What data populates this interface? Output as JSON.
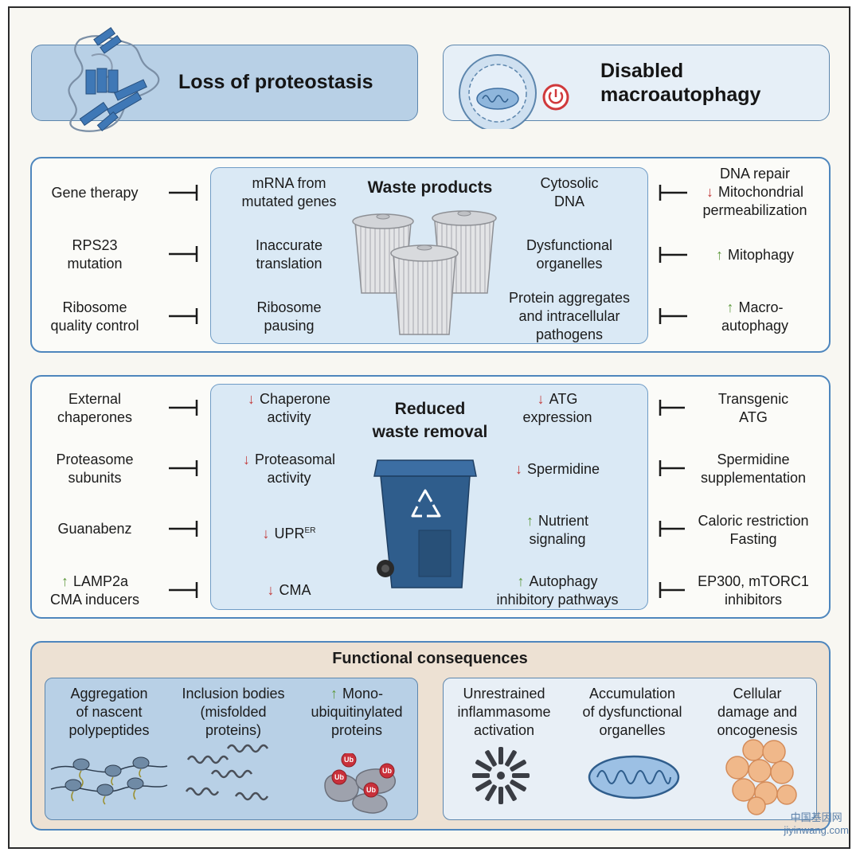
{
  "header": {
    "left_title": "Loss of proteostasis",
    "right_title_line1": "Disabled",
    "right_title_line2": "macroautophagy"
  },
  "waste_products": {
    "title": "Waste products",
    "left_interventions": [
      {
        "lines": [
          "Gene therapy"
        ]
      },
      {
        "lines": [
          "RPS23",
          "mutation"
        ]
      },
      {
        "lines": [
          "Ribosome",
          "quality control"
        ]
      }
    ],
    "left_items": [
      {
        "lines": [
          "mRNA from",
          "mutated genes"
        ]
      },
      {
        "lines": [
          "Inaccurate",
          "translation"
        ]
      },
      {
        "lines": [
          "Ribosome",
          "pausing"
        ]
      }
    ],
    "right_items": [
      {
        "lines": [
          "Cytosolic",
          "DNA"
        ]
      },
      {
        "lines": [
          "Dysfunctional",
          "organelles"
        ]
      },
      {
        "lines": [
          "Protein aggregates",
          "and intracellular",
          "pathogens"
        ]
      }
    ],
    "right_interventions": [
      {
        "lines": [
          "DNA repair",
          "Mitochondrial",
          "permeabilization"
        ],
        "arrow": "down",
        "arrow_line": 1
      },
      {
        "lines": [
          "Mitophagy"
        ],
        "arrow": "up",
        "arrow_line": 0
      },
      {
        "lines": [
          "Macro-",
          "autophagy"
        ],
        "arrow": "up",
        "arrow_line": 0
      }
    ]
  },
  "waste_removal": {
    "title_line1": "Reduced",
    "title_line2": "waste removal",
    "left_interventions": [
      {
        "lines": [
          "External",
          "chaperones"
        ]
      },
      {
        "lines": [
          "Proteasome",
          "subunits"
        ]
      },
      {
        "lines": [
          "Guanabenz"
        ]
      },
      {
        "lines": [
          "LAMP2a",
          "CMA inducers"
        ],
        "arrow": "up",
        "arrow_line": 0
      }
    ],
    "left_items": [
      {
        "lines": [
          "Chaperone",
          "activity"
        ],
        "arrow": "down",
        "arrow_line": 0
      },
      {
        "lines": [
          "Proteasomal",
          "activity"
        ],
        "arrow": "down",
        "arrow_line": 0
      },
      {
        "lines": [
          "UPR"
        ],
        "sup": "ER",
        "arrow": "down",
        "arrow_line": 0
      },
      {
        "lines": [
          "CMA"
        ],
        "arrow": "down",
        "arrow_line": 0
      }
    ],
    "right_items": [
      {
        "lines": [
          "ATG",
          "expression"
        ],
        "arrow": "down",
        "arrow_line": 0
      },
      {
        "lines": [
          "Spermidine"
        ],
        "arrow": "down",
        "arrow_line": 0
      },
      {
        "lines": [
          "Nutrient",
          "signaling"
        ],
        "arrow": "up",
        "arrow_line": 0
      },
      {
        "lines": [
          "Autophagy",
          "inhibitory pathways"
        ],
        "arrow": "up",
        "arrow_line": 0
      }
    ],
    "right_interventions": [
      {
        "lines": [
          "Transgenic",
          "ATG"
        ]
      },
      {
        "lines": [
          "Spermidine",
          "supplementation"
        ]
      },
      {
        "lines": [
          "Caloric restriction",
          "Fasting"
        ]
      },
      {
        "lines": [
          "EP300, mTORC1",
          "inhibitors"
        ]
      }
    ]
  },
  "consequences": {
    "title": "Functional consequences",
    "left": [
      {
        "lines": [
          "Aggregation",
          "of nascent",
          "polypeptides"
        ]
      },
      {
        "lines": [
          "Inclusion bodies",
          "(misfolded",
          "proteins)"
        ]
      },
      {
        "lines": [
          "Mono-",
          "ubiquitinylated",
          "proteins"
        ],
        "arrow": "up",
        "arrow_line": 0
      }
    ],
    "right": [
      {
        "lines": [
          "Unrestrained",
          "inflammasome",
          "activation"
        ]
      },
      {
        "lines": [
          "Accumulation",
          "of dysfunctional",
          "organelles"
        ]
      },
      {
        "lines": [
          "Cellular",
          "damage and",
          "oncogenesis"
        ]
      }
    ],
    "ub_label": "Ub"
  },
  "watermark": {
    "line1": "中国基因网",
    "line2": "jiyinwang.com"
  },
  "colors": {
    "panel_border": "#4e86bd",
    "inner_fill": "#dae9f5",
    "header_fill": "#b8d0e6",
    "arrow_down": "#c23a3a",
    "arrow_up": "#5f9a3e",
    "bin_blue": "#2f5d8c",
    "cell_orange": "#f0b88a"
  }
}
